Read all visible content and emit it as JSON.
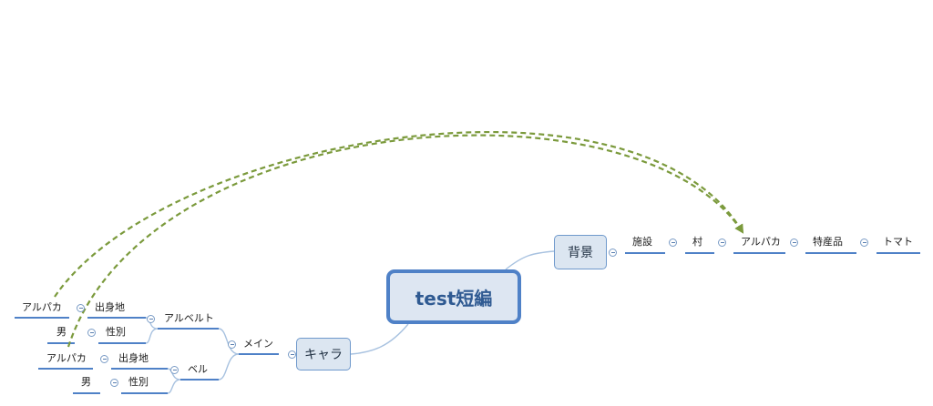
{
  "map": {
    "central": "test短編",
    "right_topic": "背景",
    "left_topic": "キャラ",
    "chain": [
      "施設",
      "村",
      "アルパカ",
      "特産品",
      "トマト"
    ],
    "main": "メイン",
    "character1": {
      "name": "アルベルト",
      "birthplace_label": "出身地",
      "birthplace_value": "アルパカ",
      "gender_label": "性別",
      "gender_value": "男"
    },
    "character2": {
      "name": "ベル",
      "birthplace_label": "出身地",
      "birthplace_value": "アルパカ",
      "gender_label": "性別",
      "gender_value": "男"
    }
  },
  "colors": {
    "branch_line": "#4f81c7",
    "curve_line": "#a8c2e0",
    "relationship": "#7b9a3c",
    "central_border": "#4f81c7",
    "central_fill": "#dde6f2",
    "topic_fill": "#dce6f1"
  }
}
